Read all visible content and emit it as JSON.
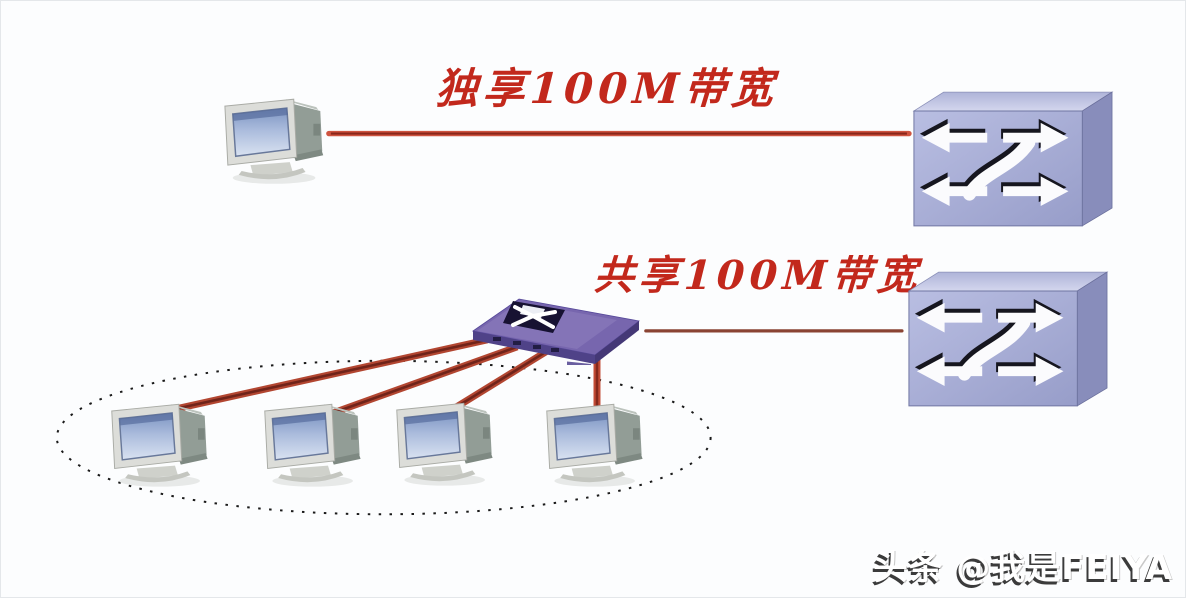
{
  "title_labels": {
    "dedicated_bandwidth": "独享100M带宽",
    "shared_bandwidth": "共享100M带宽"
  },
  "watermark": {
    "text": "头条 @我是FEIYA"
  },
  "colors": {
    "label_red": "#c2281c",
    "link_red_edge": "#cf5440",
    "link_red_core": "#8a261a",
    "link_thin_brown": "#8a4433",
    "switch_front": "#a6abd4",
    "switch_top": "#c9cde8",
    "switch_side": "#888dbb",
    "hub_top": "#7766ae",
    "hub_front": "#4f4288",
    "monitor_body": "#dcddd9",
    "monitor_screen": "#9db1d6",
    "ellipse_stroke": "#1a1a1a",
    "background": "#fcfdfe"
  },
  "diagram": {
    "type": "network-topology",
    "nodes": [
      {
        "id": "pc-top",
        "kind": "computer"
      },
      {
        "id": "switch-1",
        "kind": "switch"
      },
      {
        "id": "hub",
        "kind": "hub"
      },
      {
        "id": "switch-2",
        "kind": "switch"
      },
      {
        "id": "pc-1",
        "kind": "computer"
      },
      {
        "id": "pc-2",
        "kind": "computer"
      },
      {
        "id": "pc-3",
        "kind": "computer"
      },
      {
        "id": "pc-4",
        "kind": "computer"
      }
    ],
    "links": [
      {
        "from": "pc-top",
        "to": "switch-1",
        "label": "独享100M带宽"
      },
      {
        "from": "hub",
        "to": "switch-2",
        "label": "共享100M带宽"
      },
      {
        "from": "hub",
        "to": "pc-1"
      },
      {
        "from": "hub",
        "to": "pc-2"
      },
      {
        "from": "hub",
        "to": "pc-3"
      },
      {
        "from": "hub",
        "to": "pc-4"
      }
    ],
    "group": {
      "members": [
        "pc-1",
        "pc-2",
        "pc-3",
        "pc-4"
      ],
      "style": "dashed-ellipse"
    }
  }
}
